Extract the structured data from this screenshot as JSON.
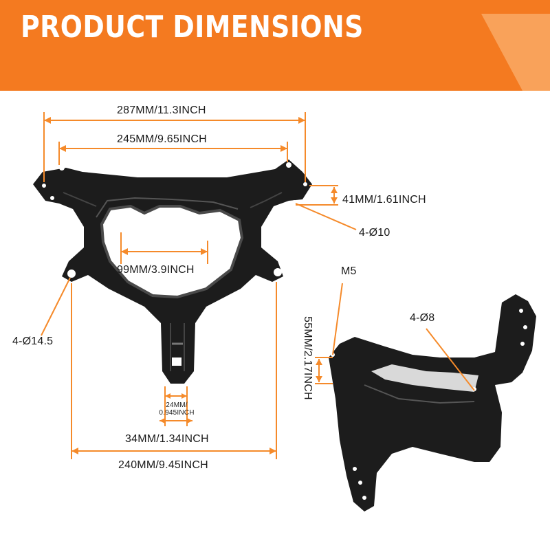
{
  "banner": {
    "title": "PRODUCT DIMENSIONS",
    "color": "#f47a20",
    "accent_color": "#f9a25a"
  },
  "dimension_line_color": "#f58a2a",
  "part_color": "#1c1c1c",
  "dimensions": {
    "overall_width": "287MM/11.3INCH",
    "mount_width": "245MM/9.65INCH",
    "side_height": "41MM/1.61INCH",
    "side_holes": "4-Ø10",
    "center_holes": "99MM/3.9INCH",
    "lower_holes": "4-Ø14.5",
    "stem_width_line1": "24MM/",
    "stem_width_line2": "0.945INCH",
    "stem_outer": "34MM/1.34INCH",
    "lower_width": "240MM/9.45INCH",
    "bolt": "M5",
    "side_view_holes": "4-Ø8",
    "side_view_height": "55MM/2.17INCH"
  }
}
